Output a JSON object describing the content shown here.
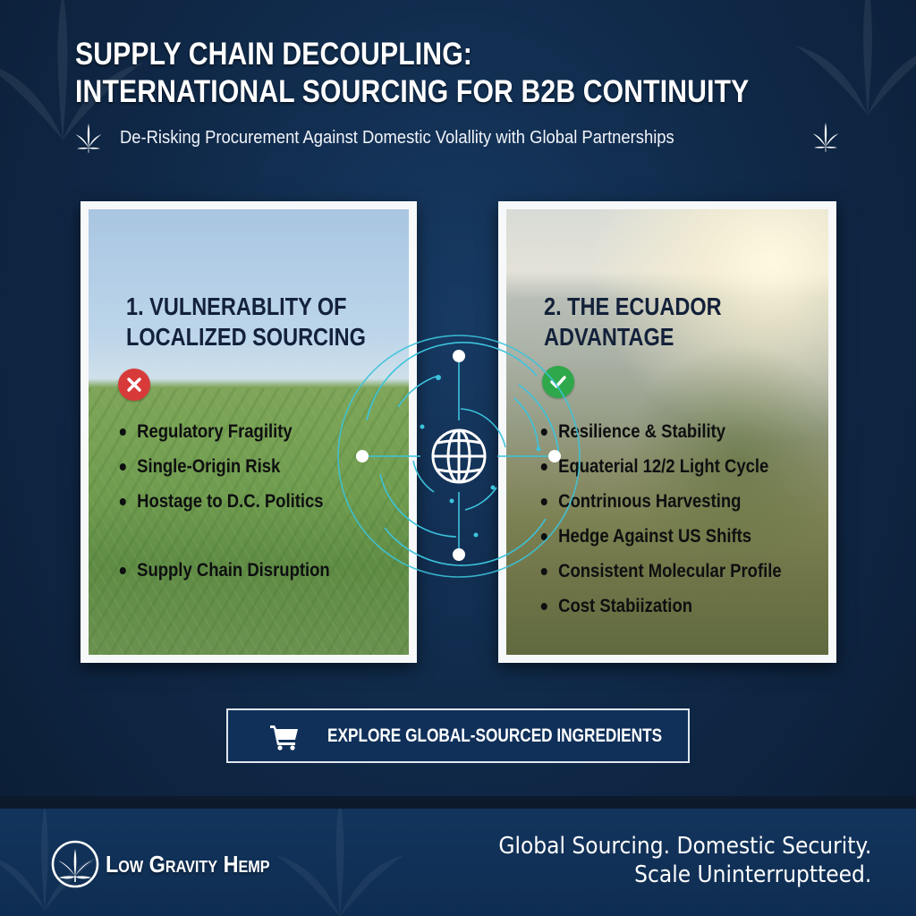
{
  "header": {
    "title_line1": "SUPPLY CHAIN DECOUPLING:",
    "title_line2": "INTERNATIONAL SOURCING FOR B2B CONTINUITY",
    "subtitle": "De-Risking Procurement Against Domestic Volallity with Global Partnerships",
    "decor_icon": "hemp-leaf-icon"
  },
  "panels": [
    {
      "title_line1": "1. VULNERABLITY OF",
      "title_line2": "LOCALIZED SOURCING",
      "status_icon": "x-circle-icon",
      "status_color": "#d83a3a",
      "bullets": [
        "Regulatory Fragility",
        "Single-Origin Risk",
        "Hostage to D.C. Politics",
        "Supply Chain Disruption"
      ]
    },
    {
      "title_line1": "2. THE ECUADOR",
      "title_line2": "ADVANTAGE",
      "status_icon": "check-circle-icon",
      "status_color": "#2ea84a",
      "bullets": [
        "Resilience & Stability",
        "Equaterial 12/2 Light Cycle",
        "Contrinıous Harvesting",
        "Hedge Against US Shifts",
        "Consistent Molecular Profile",
        "Cost Stabiization"
      ]
    }
  ],
  "network": {
    "icon": "globe-icon",
    "accent_color": "#3cc3dc"
  },
  "cta": {
    "label": "EXPLORE GLOBAL-SOURCED INGREDIENTS",
    "icon": "shopping-cart-icon"
  },
  "footer": {
    "brand_name": "Low Gravity Hemp",
    "tagline_line1": "Global Sourcing. Domestic Security.",
    "tagline_line2": "Scale Uninterruptteed."
  },
  "colors": {
    "background": "#102a4a",
    "title_text": "#ffffff",
    "panel_title": "#13213a",
    "accent": "#3cc3dc"
  }
}
